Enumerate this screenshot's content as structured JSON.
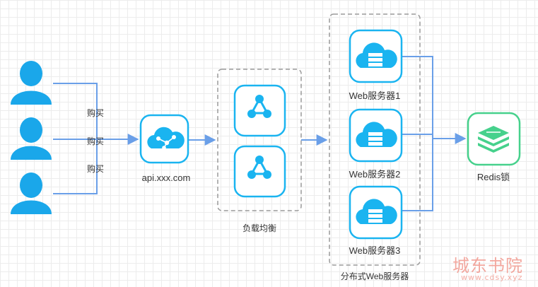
{
  "users": {
    "purchase_labels": [
      "购买",
      "购买",
      "购买"
    ]
  },
  "api_node": {
    "label": "api.xxx.com"
  },
  "load_balancer": {
    "label": "负载均衡"
  },
  "web_cluster": {
    "label": "分布式Web服务器",
    "servers": [
      "Web服务器1",
      "Web服务器2",
      "Web服务器3"
    ]
  },
  "redis": {
    "label": "Redis锁"
  },
  "watermark": {
    "main": "城东书院",
    "sub": "www.cdsy.xyz"
  },
  "colors": {
    "accent": "#1ab4f0",
    "user": "#1aa7ea",
    "line": "#6a9fe8",
    "redis": "#46d18c",
    "group_border": "#9a9a9a"
  }
}
